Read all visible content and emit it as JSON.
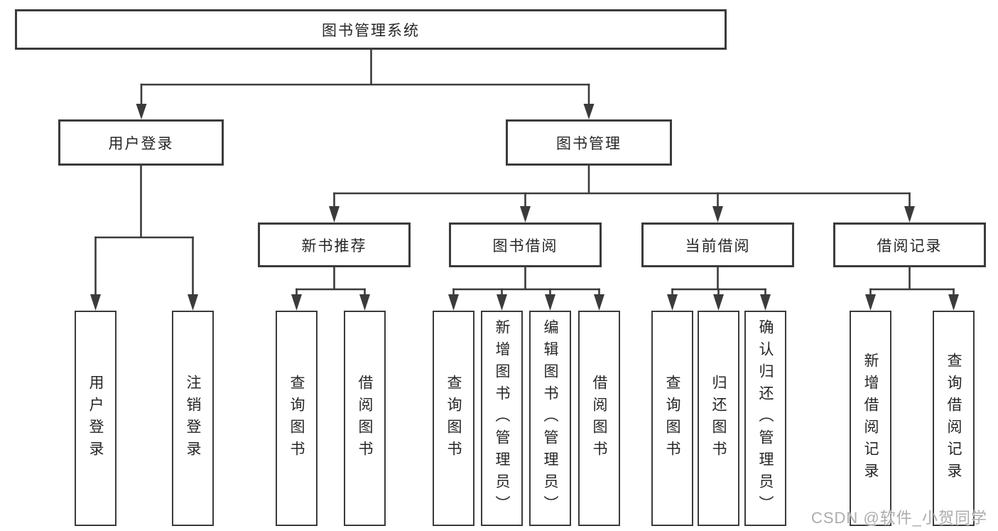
{
  "colors": {
    "background": "#ffffff",
    "line": "#3b3b3b",
    "border": "#3b3b3b",
    "text": "#262626",
    "watermark": "#a8a8a8"
  },
  "watermark": {
    "text": "CSDN @软件_小贺同学"
  },
  "tree": {
    "label": "图书管理系统",
    "children": [
      {
        "label": "用户登录",
        "children": [
          {
            "label": "用户登录"
          },
          {
            "label": "注销登录"
          }
        ]
      },
      {
        "label": "图书管理",
        "children": [
          {
            "label": "新书推荐",
            "children": [
              {
                "label": "查询图书"
              },
              {
                "label": "借阅图书"
              }
            ]
          },
          {
            "label": "图书借阅",
            "children": [
              {
                "label": "查询图书"
              },
              {
                "label": "新增图书（管理员）"
              },
              {
                "label": "编辑图书（管理员）"
              },
              {
                "label": "借阅图书"
              }
            ]
          },
          {
            "label": "当前借阅",
            "children": [
              {
                "label": "查询图书"
              },
              {
                "label": "归还图书"
              },
              {
                "label": "确认归还（管理员）"
              }
            ]
          },
          {
            "label": "借阅记录",
            "children": [
              {
                "label": "新增借阅记录"
              },
              {
                "label": "查询借阅记录"
              }
            ]
          }
        ]
      }
    ]
  }
}
